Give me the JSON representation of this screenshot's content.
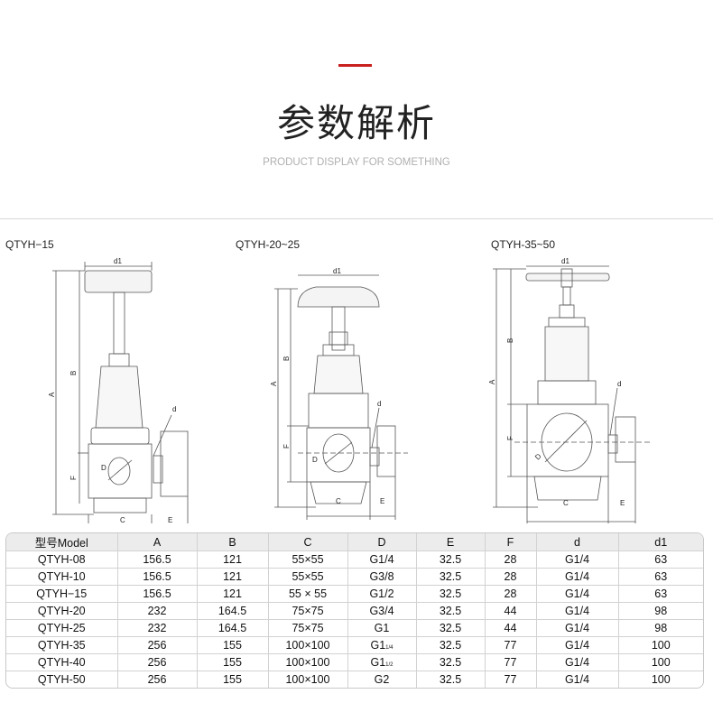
{
  "header": {
    "title": "参数解析",
    "subtitle": "PRODUCT DISPLAY FOR SOMETHING",
    "accent_color": "#c8201e"
  },
  "drawings": [
    {
      "label": "QTYH−15",
      "dims": [
        "d1",
        "B",
        "A",
        "F",
        "C",
        "E",
        "d",
        "D"
      ]
    },
    {
      "label": "QTYH-20~25",
      "dims": [
        "d1",
        "B",
        "A",
        "F",
        "C",
        "E",
        "d",
        "D"
      ]
    },
    {
      "label": "QTYH-35~50",
      "dims": [
        "d1",
        "B",
        "A",
        "F",
        "C",
        "E",
        "d",
        "D"
      ]
    }
  ],
  "table": {
    "headers": [
      "型号Model",
      "A",
      "B",
      "C",
      "D",
      "E",
      "F",
      "d",
      "d1"
    ],
    "rows": [
      [
        "QTYH-08",
        "156.5",
        "121",
        "55×55",
        "G1/4",
        "32.5",
        "28",
        "G1/4",
        "63"
      ],
      [
        "QTYH-10",
        "156.5",
        "121",
        "55×55",
        "G3/8",
        "32.5",
        "28",
        "G1/4",
        "63"
      ],
      [
        "QTYH−15",
        "156.5",
        "121",
        "55 × 55",
        "G1/2",
        "32.5",
        "28",
        "G1/4",
        "63"
      ],
      [
        "QTYH-20",
        "232",
        "164.5",
        "75×75",
        "G3/4",
        "32.5",
        "44",
        "G1/4",
        "98"
      ],
      [
        "QTYH-25",
        "232",
        "164.5",
        "75×75",
        "G1",
        "32.5",
        "44",
        "G1/4",
        "98"
      ],
      [
        "QTYH-35",
        "256",
        "155",
        "100×100",
        "G1",
        "32.5",
        "77",
        "G1/4",
        "100"
      ],
      [
        "QTYH-40",
        "256",
        "155",
        "100×100",
        "G1",
        "32.5",
        "77",
        "G1/4",
        "100"
      ],
      [
        "QTYH-50",
        "256",
        "155",
        "100×100",
        "G2",
        "32.5",
        "77",
        "G1/4",
        "100"
      ]
    ],
    "d_subscripts": {
      "5": "1/4",
      "6": "1/2"
    }
  }
}
